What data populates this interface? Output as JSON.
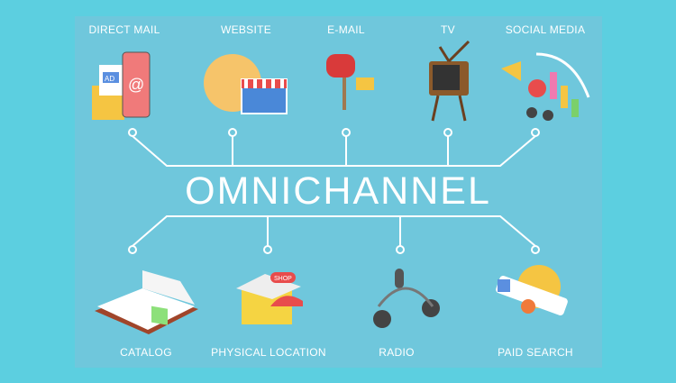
{
  "title": "OMNICHANNEL",
  "top_channels": [
    {
      "label": "DIRECT MAIL",
      "icon": "envelope-phone-icon"
    },
    {
      "label": "WEBSITE",
      "icon": "globe-storefront-icon"
    },
    {
      "label": "E-MAIL",
      "icon": "mailbox-icon"
    },
    {
      "label": "TV",
      "icon": "television-icon"
    },
    {
      "label": "SOCIAL MEDIA",
      "icon": "megaphone-chart-icon"
    }
  ],
  "bottom_channels": [
    {
      "label": "CATALOG",
      "icon": "open-book-icon"
    },
    {
      "label": "PHYSICAL LOCATION",
      "icon": "shop-icon"
    },
    {
      "label": "RADIO",
      "icon": "microphone-headphones-icon"
    },
    {
      "label": "PAID SEARCH",
      "icon": "search-coin-icon"
    }
  ],
  "icon_text": {
    "ad": "AD",
    "shop": "SHOP"
  },
  "colors": {
    "background": "#5ccfe0",
    "panel": "#6fc7dc",
    "lines": "#ffffff"
  }
}
